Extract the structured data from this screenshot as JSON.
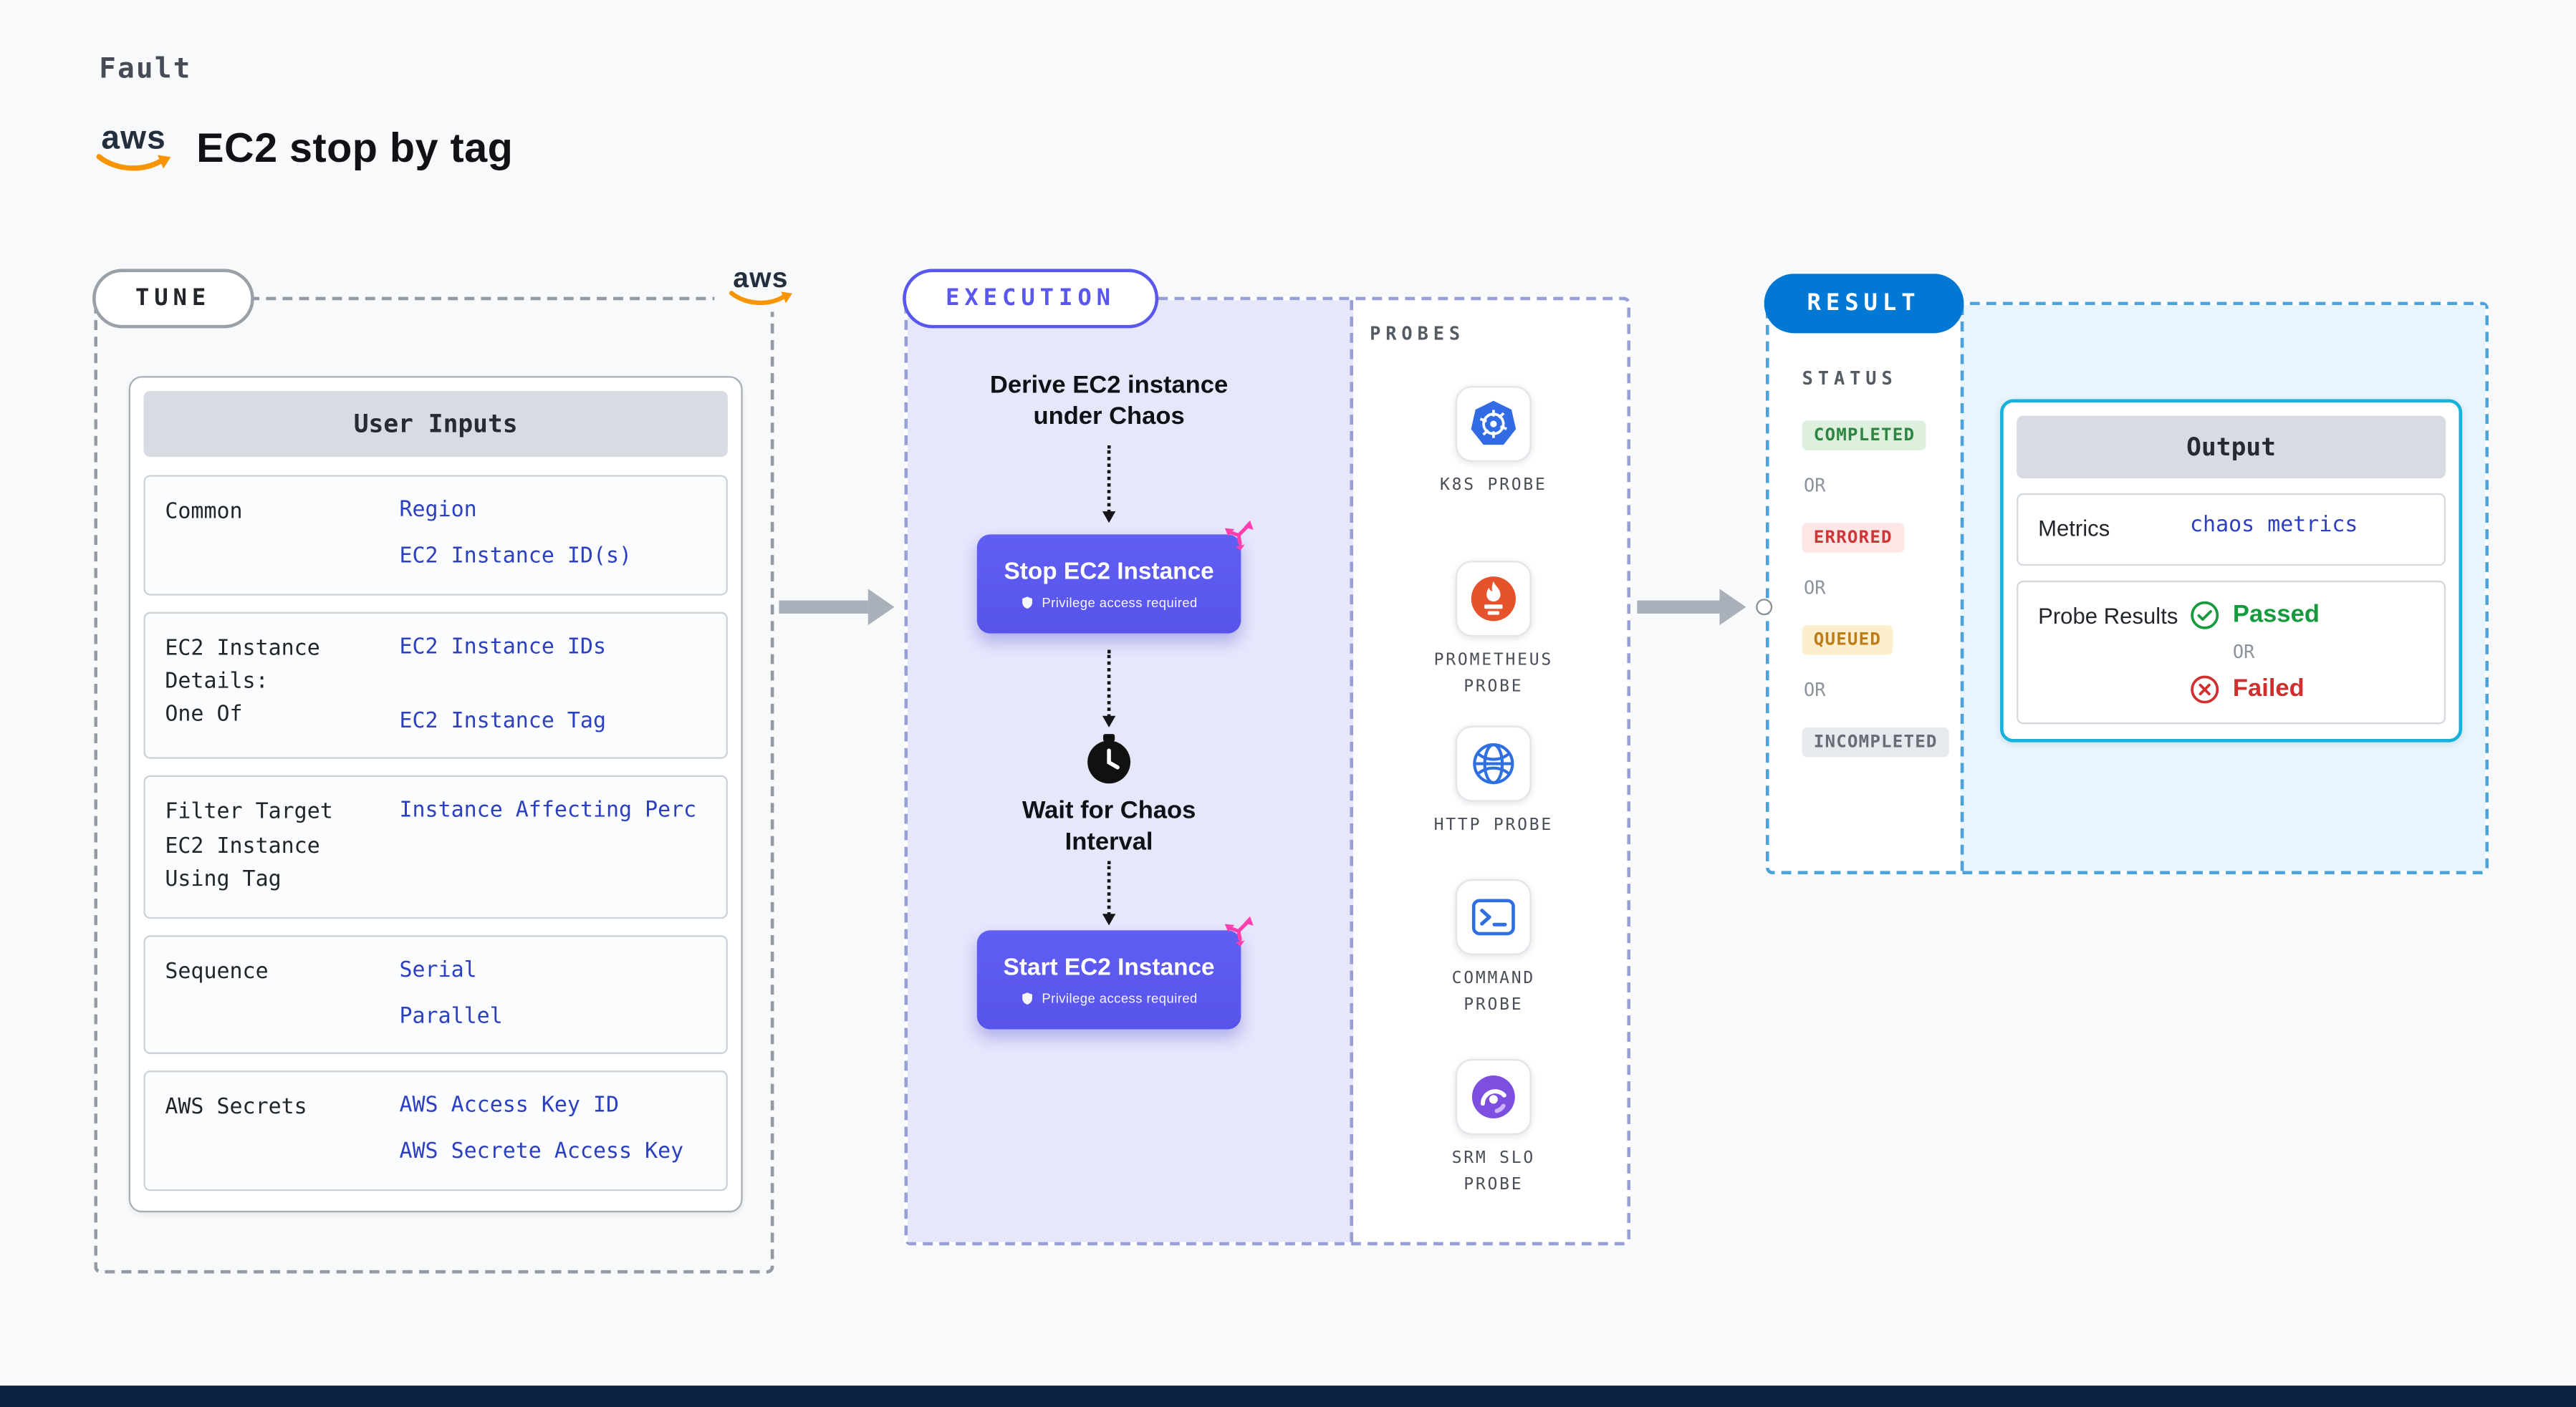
{
  "page": {
    "kicker": "Fault",
    "title": "EC2 stop by tag",
    "brand": "aws"
  },
  "tune": {
    "label": "TUNE",
    "table": {
      "header": "User Inputs",
      "rows": [
        {
          "label": "Common",
          "values": [
            "Region",
            "EC2 Instance ID(s)"
          ]
        },
        {
          "label": "EC2 Instance\nDetails:\nOne Of",
          "values": [
            "EC2 Instance IDs",
            "EC2 Instance Tag"
          ]
        },
        {
          "label": "Filter Target\nEC2 Instance\nUsing Tag",
          "values": [
            "Instance Affecting Perc"
          ]
        },
        {
          "label": "Sequence",
          "values": [
            "Serial",
            "Parallel"
          ]
        },
        {
          "label": "AWS Secrets",
          "values": [
            "AWS Access Key ID",
            "AWS Secrete Access Key"
          ]
        }
      ]
    }
  },
  "execution": {
    "label": "EXECUTION",
    "derive_step": "Derive EC2 instance\nunder Chaos",
    "stop_button": {
      "label": "Stop EC2 Instance",
      "badge": "Privilege access required"
    },
    "wait_step": "Wait for Chaos\nInterval",
    "start_button": {
      "label": "Start EC2 Instance",
      "badge": "Privilege access required"
    },
    "probes": {
      "label": "PROBES",
      "items": [
        {
          "name": "K8S PROBE",
          "icon": "kubernetes-icon"
        },
        {
          "name": "PROMETHEUS PROBE",
          "icon": "prometheus-icon"
        },
        {
          "name": "HTTP PROBE",
          "icon": "globe-icon"
        },
        {
          "name": "COMMAND PROBE",
          "icon": "terminal-icon"
        },
        {
          "name": "SRM SLO PROBE",
          "icon": "gauge-icon"
        }
      ]
    }
  },
  "result": {
    "label": "RESULT",
    "status": {
      "label": "STATUS",
      "or": "OR",
      "badges": [
        {
          "text": "COMPLETED",
          "color": "green"
        },
        {
          "text": "ERRORED",
          "color": "red"
        },
        {
          "text": "QUEUED",
          "color": "yellow"
        },
        {
          "text": "INCOMPLETED",
          "color": "gray"
        }
      ]
    },
    "output": {
      "header": "Output",
      "metrics_label": "Metrics",
      "metrics_value": "chaos metrics",
      "probe_label": "Probe Results",
      "passed": "Passed",
      "or": "OR",
      "failed": "Failed"
    }
  },
  "colors": {
    "accent_purple": "#5a57ee",
    "accent_blue": "#0278d5",
    "accent_cyan": "#17b1d9",
    "value_blue": "#2c40c0",
    "chaos_pink": "#ff3fae",
    "passed_green": "#169a3e",
    "failed_red": "#d02f2f",
    "aws_orange": "#f79400"
  }
}
